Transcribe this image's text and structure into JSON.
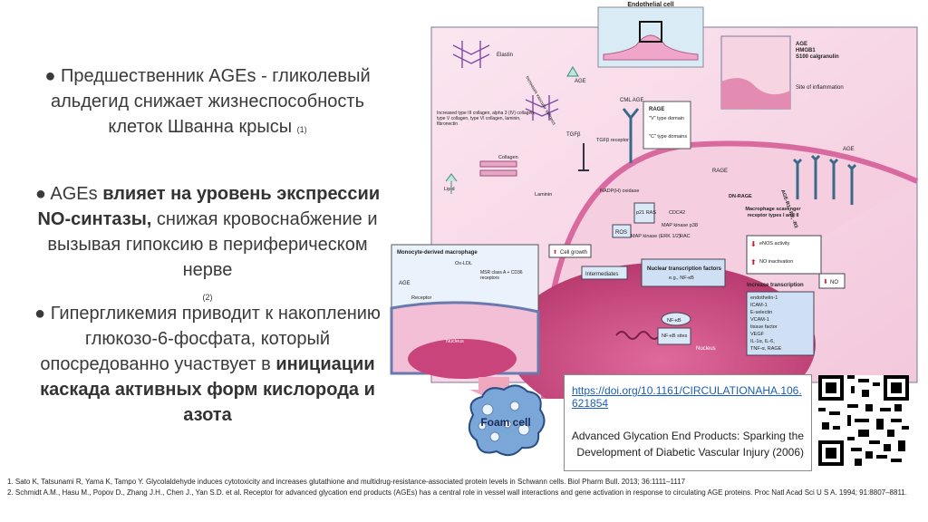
{
  "bullets": {
    "b1_text": "Предшественник AGEs - гликолевый альдегид снижает жизнеспособность клеток Шванна крысы",
    "b1_ref": "(1)",
    "b2_part1": "AGEs ",
    "b2_bold": "влияет на уровень экспрессии NO-синтазы,",
    "b2_part2": " снижая кровоснабжение и вызывая гипоксию в периферическом нерве",
    "ref2": "(2)",
    "b3_part1": "Гипергликемия приводит к накоплению глюкозо-6-фосфата, который опосредованно участвует в ",
    "b3_bold": "инициации каскада активных форм кислорода и азота"
  },
  "figure": {
    "endothelial_cell": "Endothelial cell",
    "age_hmgb1": "AGE",
    "hmgb1": "HMGB1",
    "s100": "S100 calgranulin",
    "site_inflammation": "Site of inflammation",
    "elastin": "Elastin",
    "increases_stiffness": "Increases vascular stiffness",
    "age": "AGE",
    "increased_collagen": "Increased type III collagen, alpha 3 (IV) collagen, type V collagen, type VI collagen, laminin, fibronectin",
    "collagen": "Collagen",
    "lipid": "Lipid",
    "laminin": "Laminin",
    "tgfb": "TGFβ",
    "tgfb_receptor": "TGFβ receptor",
    "cml_age": "CML AGE",
    "rage": "RAGE",
    "v_domain": "\"V\" type domain",
    "c_domain": "\"C\" type domains",
    "nadph": "NADP(H) oxidase",
    "p21ras": "p21 RAS",
    "cdc42": "CDC42",
    "map_p38": "MAP kinase p38",
    "map_erk": "MAP kinase (ERK 1/2)",
    "rac": "RAC",
    "ros": "ROS",
    "cell_growth": "Cell growth",
    "intermediates": "Intermediates",
    "ntf_title": "Nuclear transcription factors",
    "ntf_sub": "e.g., NF-κB",
    "nfkb": "NF-κB",
    "nfkb_sites": "NF-κB sites",
    "nucleus": "Nucleus",
    "dn_rage": "DN-RAGE",
    "age_r": "AGE-R1, -R2, -R3",
    "scavenger": "Macrophage scavenger receptor types I and II",
    "enos": "eNOS activity",
    "no_inact": "NO inactivation",
    "no": "NO",
    "increase_tx": "Increase transcription",
    "tx_list": [
      "endothelin-1",
      "ICAM-1",
      "E-selectin",
      "VCAM-1",
      "tissue factor",
      "VEGF",
      "IL-1α, IL-6,",
      "TNF-α, RAGE"
    ],
    "macrophage_title": "Monocyte-derived macrophage",
    "ox_ldl": "Ox-LDL",
    "msr": "MSR class A + CD36 receptors",
    "receptor": "Receptor",
    "nucleus_small": "Nucleus",
    "foam_cell": "Foam cell"
  },
  "source": {
    "link": "https://doi.org/10.1161/CIRCULATIONAHA.106.621854",
    "caption": "Advanced Glycation End Products: Sparking the Development of Diabetic Vascular Injury (2006)"
  },
  "references": {
    "r1": "1. Sato K, Tatsunami R, Yama K, Tampo Y. Glycolaldehyde induces cytotoxicity and increases glutathione and multidrug-resistance-associated protein levels in Schwann cells. Biol Pharm Bull. 2013; 36:1111–1117",
    "r2": "2. Schmidt A.M., Hasu M., Popov D., Zhang J.H., Chen J., Yan S.D. et al. Receptor for advanced glycation end products (AGEs) has a central role in vessel wall interactions and gene activation in response to circulating AGE proteins. Proc Natl Acad Sci U S A. 1994; 91:8807–8811."
  },
  "colors": {
    "cell_pink": "#f2c6dc",
    "nucleus_magenta": "#c8447a",
    "membrane": "#d96aa0",
    "blue_box": "#cfe0f4",
    "link_blue": "#1a5fb4"
  }
}
